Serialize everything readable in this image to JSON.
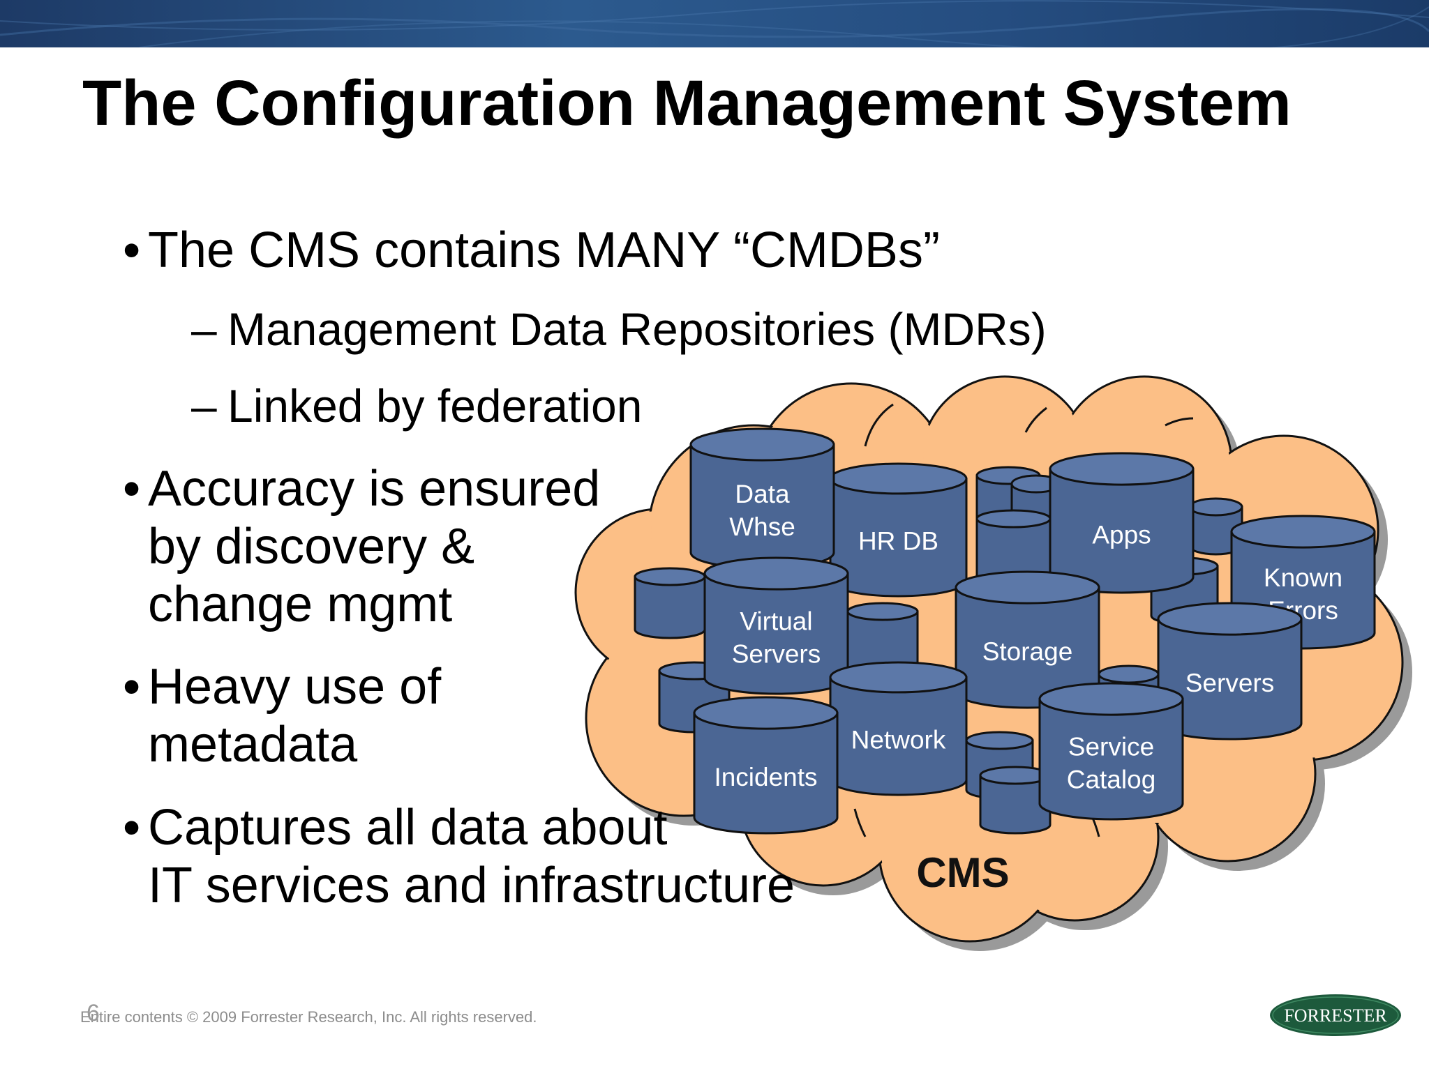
{
  "slide": {
    "title": "The Configuration Management System",
    "bullets": [
      {
        "lines": [
          "The CMS contains MANY “CMDBs”"
        ]
      },
      {
        "lines": [
          "Accuracy is ensured",
          "by discovery &",
          "change mgmt"
        ]
      },
      {
        "lines": [
          "Heavy use of",
          "metadata"
        ]
      },
      {
        "lines": [
          "Captures all data about",
          "IT services and infrastructure"
        ]
      }
    ],
    "subbullets": [
      "Management Data Repositories (MDRs)",
      "Linked by federation"
    ],
    "bullet_mark": "•",
    "sub_mark": "–"
  },
  "diagram": {
    "cloud_label": "CMS",
    "repositories": {
      "data_whse": [
        "Data",
        "Whse"
      ],
      "hr_db": [
        "HR DB"
      ],
      "apps": [
        "Apps"
      ],
      "known_errors": [
        "Known",
        "Errors"
      ],
      "virtual_servers": [
        "Virtual",
        "Servers"
      ],
      "storage": [
        "Storage"
      ],
      "servers": [
        "Servers"
      ],
      "network": [
        "Network"
      ],
      "incidents": [
        "Incidents"
      ],
      "service_catalog": [
        "Service",
        "Catalog"
      ]
    },
    "colors": {
      "cloud_fill": "#fcbf86",
      "cloud_shadow": "#9a9a9a",
      "cylinder_fill": "#4b6694",
      "cylinder_top": "#5c78a8",
      "outline": "#111111"
    }
  },
  "footer": {
    "copyright": "Entire contents © 2009  Forrester Research, Inc. All rights reserved.",
    "page_number": "6",
    "logo_text": "FORRESTER"
  }
}
